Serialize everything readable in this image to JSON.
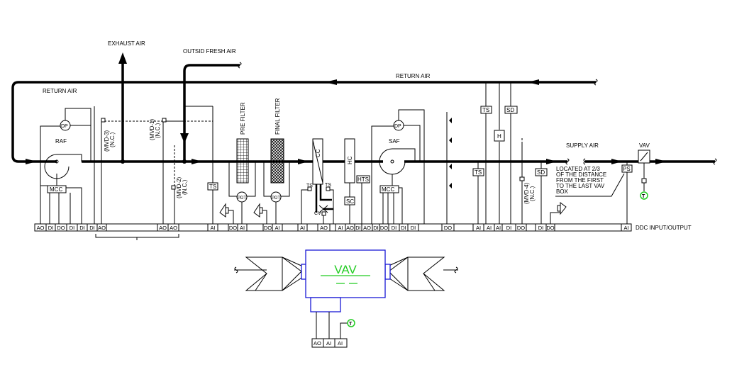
{
  "airflows": {
    "exhaust_air": "EXHAUST AIR",
    "outside_fresh_air": "OUTSID FRESH AIR",
    "return_air_top": "RETURN AIR",
    "return_air_left": "RETURN AIR",
    "supply_air": "SUPPLY AIR"
  },
  "components": {
    "raf": "RAF",
    "saf": "SAF",
    "dp": "DP",
    "mcc": "MCC",
    "pre_filter": "PRE FILTER",
    "final_filter": "FINAL FILTER",
    "pdt": "PDT",
    "cc": "CC",
    "hc": "HC",
    "hts": "HTS",
    "sc": "SC",
    "ts": "TS",
    "cv": "CV",
    "sd": "SD",
    "h": "H",
    "ps": "PS",
    "vav": "VAV",
    "t": "T",
    "mvd_1": "(MVD-1)",
    "mvd_2": "(MVD-2)",
    "mvd_3": "(MVD-3)",
    "mvd_4": "(MVD-4)",
    "nc": "(N.C.)"
  },
  "note": [
    "LOCATED AT 2/3",
    "OF THE DISTANCE",
    "FROM THE FIRST",
    "TO THE LAST VAV",
    "BOX"
  ],
  "ddc": {
    "label": "DDC INPUT/OUTPUT",
    "points": [
      "AO",
      "DI",
      "DO",
      "DI",
      "DI",
      "DI",
      "AO",
      "AO",
      "AO",
      "AI",
      "DO",
      "AI",
      "DO",
      "AI",
      "AI",
      "AO",
      "AI",
      "AO",
      "DI",
      "AO",
      "DI",
      "DO",
      "DI",
      "DI",
      "DI",
      "DO",
      "AI",
      "AI",
      "AI",
      "DI",
      "DO",
      "DI",
      "DO",
      "AI"
    ]
  },
  "vav_detail": {
    "title": "VAV",
    "subtitle": "— —",
    "points": [
      "AO",
      "AI",
      "AI"
    ],
    "t": "T",
    "colors": {
      "box": "#1a1ad6",
      "label": "#22cc22"
    }
  },
  "icons": [
    "fan-icon",
    "damper-icon",
    "filter-icon",
    "coil-icon",
    "valve-icon",
    "horn-icon",
    "sensor-icon",
    "thermostat-icon",
    "arrow-icon",
    "break-icon"
  ]
}
